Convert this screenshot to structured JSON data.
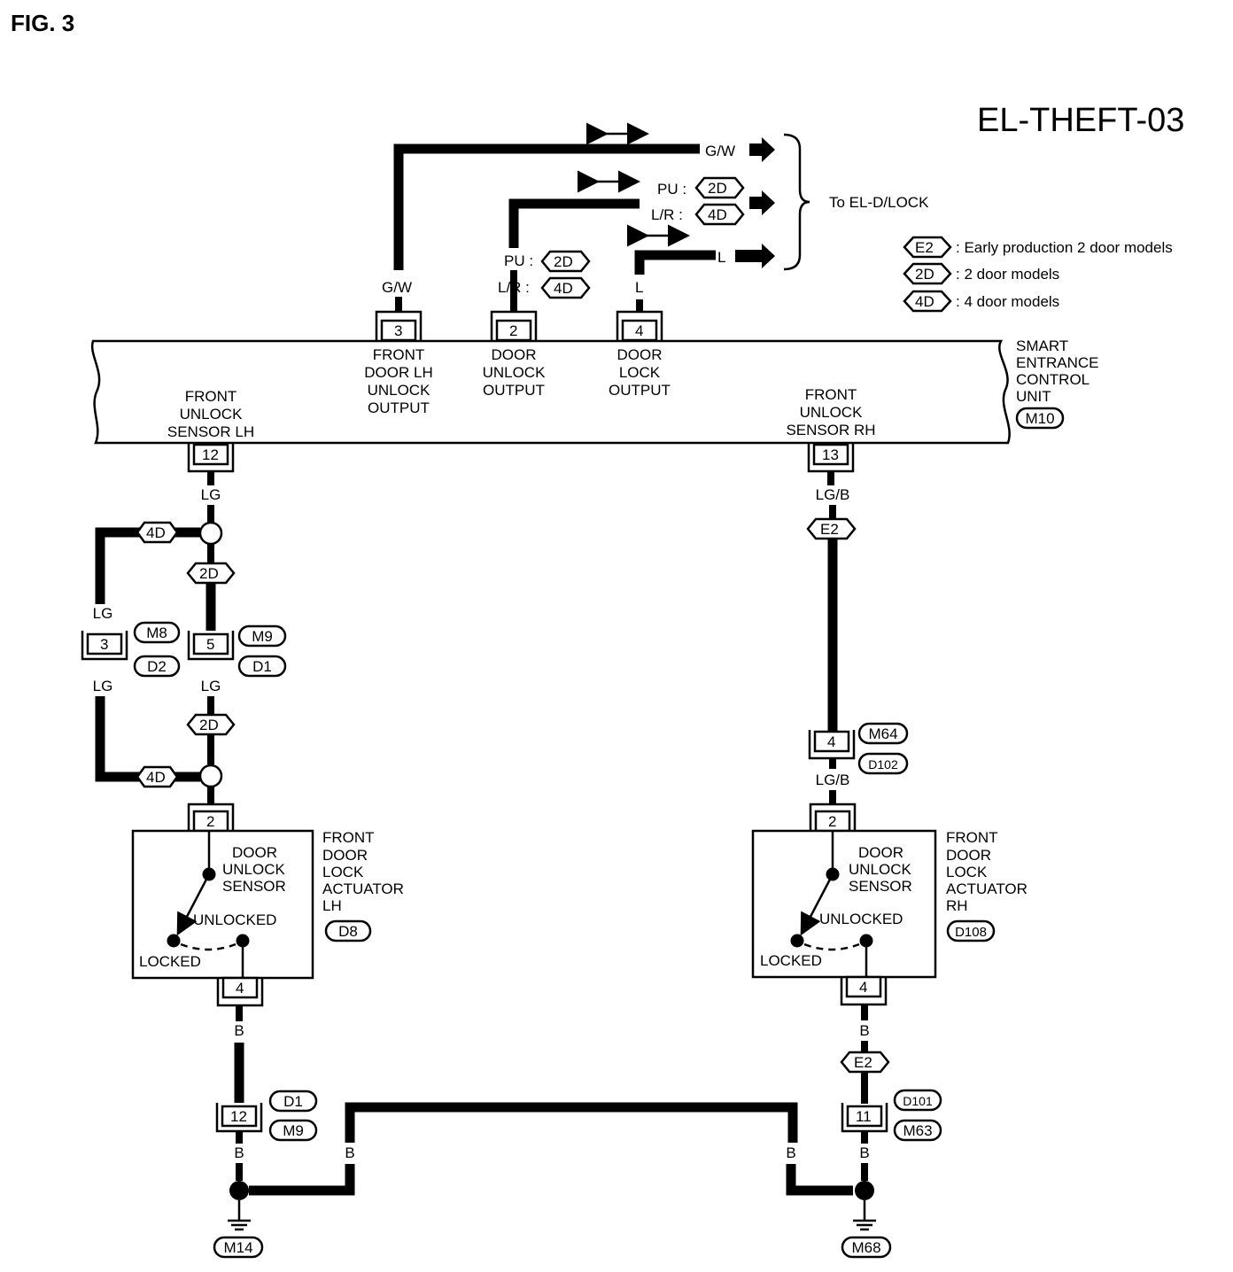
{
  "figure_label": "FIG. 3",
  "diagram_id": "EL-THEFT-03",
  "destination": "To EL-D/LOCK",
  "legend": [
    {
      "tag": "E2",
      "text": ": Early production 2 door models"
    },
    {
      "tag": "2D",
      "text": ": 2 door models"
    },
    {
      "tag": "4D",
      "text": ": 4 door models"
    }
  ],
  "control_unit": {
    "lines": [
      "SMART",
      "ENTRANCE",
      "CONTROL",
      "UNIT"
    ],
    "connector": "M10"
  },
  "unit_terminals": [
    {
      "pin": "3",
      "lines": [
        "FRONT",
        "DOOR LH",
        "UNLOCK",
        "OUTPUT"
      ],
      "wire": "G/W"
    },
    {
      "pin": "2",
      "lines": [
        "DOOR",
        "UNLOCK",
        "OUTPUT"
      ],
      "wire_2d": "PU :",
      "wire_4d": "L/R :"
    },
    {
      "pin": "4",
      "lines": [
        "DOOR",
        "LOCK",
        "OUTPUT"
      ],
      "wire": "L"
    },
    {
      "pin": "12",
      "lines": [
        "FRONT",
        "UNLOCK",
        "SENSOR LH"
      ],
      "wire": "LG"
    },
    {
      "pin": "13",
      "lines": [
        "FRONT",
        "UNLOCK",
        "SENSOR RH"
      ],
      "wire": "LG/B"
    }
  ],
  "outputs": {
    "gw": "G/W",
    "pu": "PU :",
    "lr": "L/R :",
    "l": "L"
  },
  "tags": {
    "e2": "E2",
    "d2": "2D",
    "d4": "4D"
  },
  "lh": {
    "wire": "LG",
    "junction_4d": {
      "pin": "3",
      "conn_top": "M8",
      "conn_bottom": "D2"
    },
    "junction_2d": {
      "pin": "5",
      "conn_top": "M9",
      "conn_bottom": "D1"
    },
    "actuator": {
      "title": [
        "FRONT",
        "DOOR",
        "LOCK",
        "ACTUATOR",
        "LH"
      ],
      "connector": "D8",
      "pin_top": "2",
      "pin_bottom": "4",
      "sensor": [
        "DOOR",
        "UNLOCK",
        "SENSOR"
      ],
      "unlocked": "UNLOCKED",
      "locked": "LOCKED"
    },
    "ground_wire": "B",
    "ground_connector": {
      "pin": "12",
      "conn_top": "D1",
      "conn_bottom": "M9"
    },
    "ground": "M14"
  },
  "rh": {
    "wire": "LG/B",
    "junction": {
      "pin": "4",
      "conn_top": "M64",
      "conn_bottom": "D102"
    },
    "actuator": {
      "title": [
        "FRONT",
        "DOOR",
        "LOCK",
        "ACTUATOR",
        "RH"
      ],
      "connector": "D108",
      "pin_top": "2",
      "pin_bottom": "4",
      "sensor": [
        "DOOR",
        "UNLOCK",
        "SENSOR"
      ],
      "unlocked": "UNLOCKED",
      "locked": "LOCKED"
    },
    "ground_wire": "B",
    "ground_connector": {
      "pin": "11",
      "conn_top": "D101",
      "conn_bottom": "M63"
    },
    "ground": "M68"
  },
  "cross_wire": "B"
}
